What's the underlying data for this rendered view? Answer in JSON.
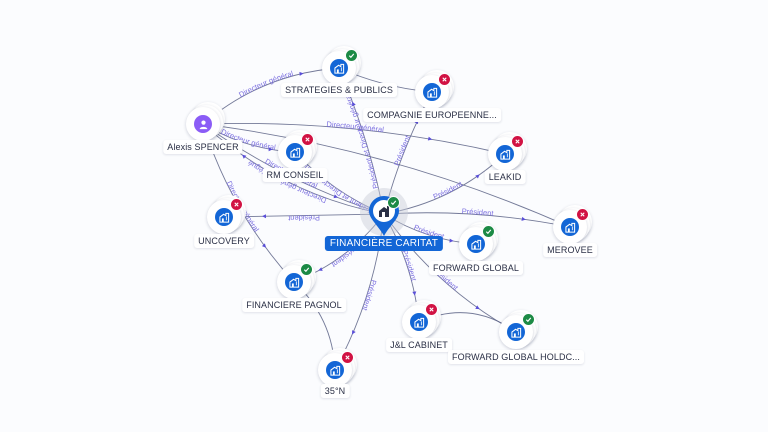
{
  "graph": {
    "center": {
      "id": "caritat",
      "label": "FINANCIÈRE CARITAT",
      "type": "company",
      "status": "active",
      "icon": "building-icon"
    },
    "nodes": [
      {
        "id": "spencer",
        "label": "Alexis SPENCER",
        "type": "person",
        "status": null,
        "icon": "person-icon"
      },
      {
        "id": "strategies",
        "label": "STRATEGIES & PUBLICS",
        "type": "company",
        "status": "active",
        "icon": "building-icon"
      },
      {
        "id": "compagnie",
        "label": "COMPAGNIE EUROPEENNE...",
        "type": "company",
        "status": "closed",
        "icon": "building-icon"
      },
      {
        "id": "leakid",
        "label": "LEAKID",
        "type": "company",
        "status": "closed",
        "icon": "building-icon"
      },
      {
        "id": "rmconseil",
        "label": "RM CONSEIL",
        "type": "company",
        "status": "closed",
        "icon": "building-icon"
      },
      {
        "id": "uncovery",
        "label": "UNCOVERY",
        "type": "company",
        "status": "closed",
        "icon": "building-icon"
      },
      {
        "id": "merovee",
        "label": "MEROVEE",
        "type": "company",
        "status": "closed",
        "icon": "building-icon"
      },
      {
        "id": "forward",
        "label": "FORWARD GLOBAL",
        "type": "company",
        "status": "active",
        "icon": "building-icon"
      },
      {
        "id": "pagnol",
        "label": "FINANCIERE PAGNOL",
        "type": "company",
        "status": "active",
        "icon": "building-icon"
      },
      {
        "id": "jl",
        "label": "J&L CABINET",
        "type": "company",
        "status": "closed",
        "icon": "building-icon"
      },
      {
        "id": "fwdholding",
        "label": "FORWARD GLOBAL HOLDC...",
        "type": "company",
        "status": "active",
        "icon": "building-icon"
      },
      {
        "id": "n35",
        "label": "35°N",
        "type": "company",
        "status": "closed",
        "icon": "building-icon"
      }
    ],
    "edges": [
      {
        "from": "spencer",
        "to": "strategies",
        "label": "Directeur général"
      },
      {
        "from": "spencer",
        "to": "leakid",
        "label": "Directeur général"
      },
      {
        "from": "spencer",
        "to": "rmconseil",
        "label": "Directeur général"
      },
      {
        "from": "spencer",
        "to": "caritat",
        "label": "Directeur général"
      },
      {
        "from": "spencer",
        "to": "merovee",
        "label": ""
      },
      {
        "from": "spencer",
        "to": "pagnol",
        "label": "Directeur général"
      },
      {
        "from": "caritat",
        "to": "strategies",
        "label": "Président et Directeur général"
      },
      {
        "from": "caritat",
        "to": "compagnie",
        "label": "Président"
      },
      {
        "from": "caritat",
        "to": "leakid",
        "label": "Président"
      },
      {
        "from": "caritat",
        "to": "rmconseil",
        "label": "Président et Directeur général"
      },
      {
        "from": "caritat",
        "to": "uncovery",
        "label": "Président"
      },
      {
        "from": "caritat",
        "to": "merovee",
        "label": "Président"
      },
      {
        "from": "caritat",
        "to": "forward",
        "label": "Président"
      },
      {
        "from": "caritat",
        "to": "pagnol",
        "label": "Président"
      },
      {
        "from": "caritat",
        "to": "jl",
        "label": "Président"
      },
      {
        "from": "caritat",
        "to": "fwdholding",
        "label": "Président"
      },
      {
        "from": "caritat",
        "to": "n35",
        "label": "Président"
      },
      {
        "from": "caritat",
        "to": "spencer",
        "label": "Directeur général délégué"
      },
      {
        "from": "strategies",
        "to": "compagnie",
        "label": ""
      },
      {
        "from": "pagnol",
        "to": "n35",
        "label": ""
      },
      {
        "from": "jl",
        "to": "fwdholding",
        "label": ""
      }
    ]
  },
  "colors": {
    "company": "#1366d6",
    "person": "#8b5cf6",
    "active": "#1c8a45",
    "closed": "#d11243",
    "edge_label": "#7b6fe0",
    "edge": "#5c6386"
  }
}
